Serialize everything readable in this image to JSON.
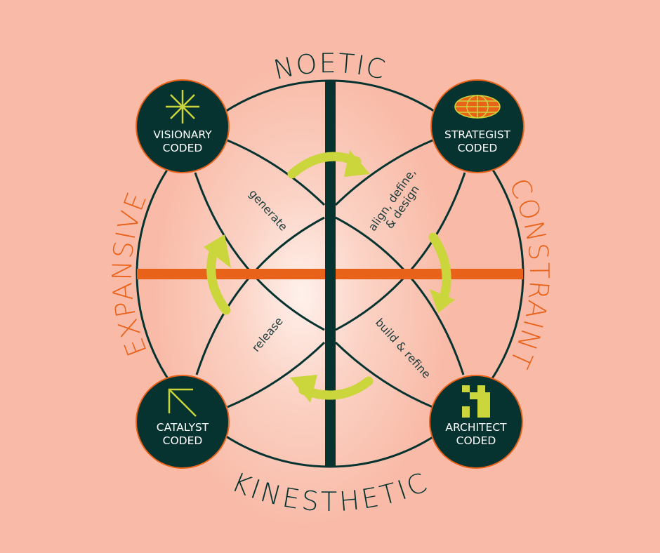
{
  "axes": {
    "top": "NOETIC",
    "bottom": "KINESTHETIC",
    "left": "EXPANSIVE",
    "right": "CONSTRAINT"
  },
  "nodes": [
    {
      "line1": "VISIONARY",
      "line2": "CODED",
      "icon": "asterisk-icon"
    },
    {
      "line1": "STRATEGIST",
      "line2": "CODED",
      "icon": "globe-icon"
    },
    {
      "line1": "CATALYST",
      "line2": "CODED",
      "icon": "arrow-up-left-icon"
    },
    {
      "line1": "ARCHITECT",
      "line2": "CODED",
      "icon": "pixel-blocks-icon"
    }
  ],
  "phases": {
    "generate": "generate",
    "align_line1": "align, define,",
    "align_line2": "& design",
    "build": "build & refine",
    "release": "release"
  },
  "colors": {
    "dark": "#06332f",
    "orange": "#e8621a",
    "lime": "#cbd53c",
    "background": "#f9bba8"
  }
}
